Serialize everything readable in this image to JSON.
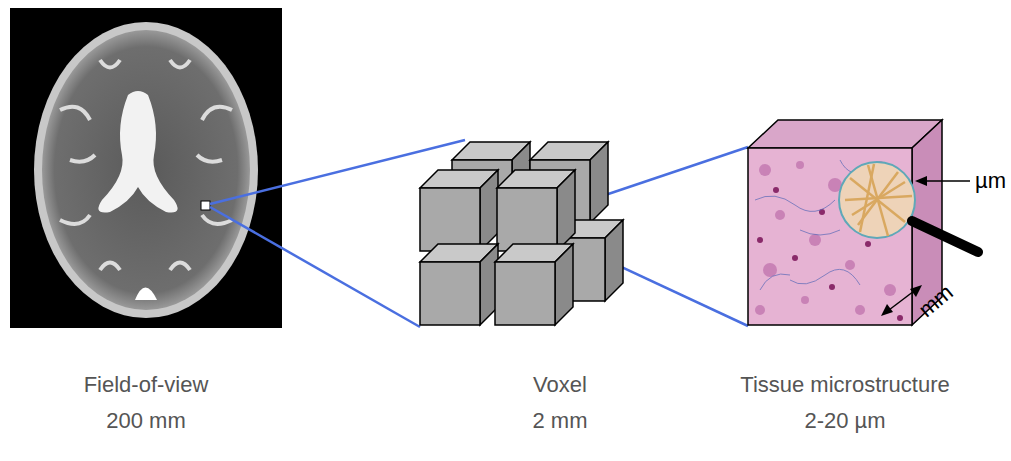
{
  "diagram": {
    "labels": [
      "Field-of-view",
      "200 mm",
      "Voxel",
      "2 mm",
      "Tissue microstructure",
      "2-20 µm",
      "µm",
      "mm"
    ]
  }
}
